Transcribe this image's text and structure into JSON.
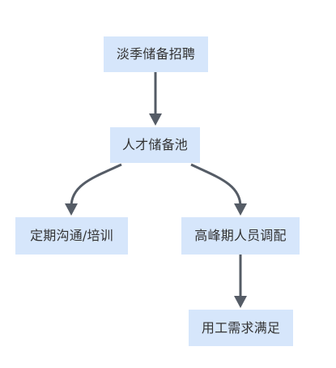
{
  "diagram": {
    "type": "flowchart",
    "colors": {
      "node_fill": "#d6e6fb",
      "edge": "#555c66",
      "text": "#333333"
    },
    "nodes": {
      "off_season_recruit": "淡季储备招聘",
      "talent_pool": "人才储备池",
      "regular_comm_training": "定期沟通/培训",
      "peak_staffing": "高峰期人员调配",
      "labor_demand_met": "用工需求满足"
    },
    "edges": [
      {
        "from": "off_season_recruit",
        "to": "talent_pool"
      },
      {
        "from": "talent_pool",
        "to": "regular_comm_training"
      },
      {
        "from": "talent_pool",
        "to": "peak_staffing"
      },
      {
        "from": "peak_staffing",
        "to": "labor_demand_met"
      }
    ]
  }
}
